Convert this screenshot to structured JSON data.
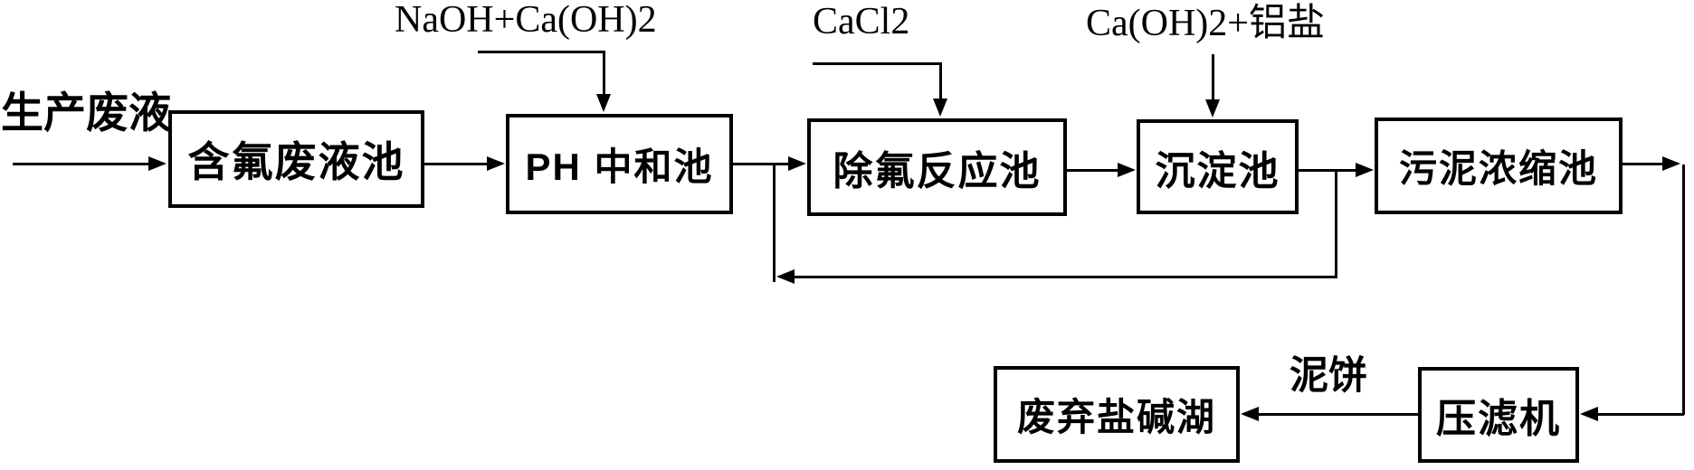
{
  "diagram": {
    "type": "flowchart",
    "colors": {
      "line": "#000000",
      "background": "#ffffff",
      "text": "#000000"
    },
    "nodes": [
      {
        "id": "fluoride-waste-pool",
        "label": "含氟废液池"
      },
      {
        "id": "ph-neutralization-pool",
        "label": "PH 中和池"
      },
      {
        "id": "fluoride-removal-reactor",
        "label": "除氟反应池"
      },
      {
        "id": "sedimentation-pool",
        "label": "沉淀池"
      },
      {
        "id": "sludge-thickening-pool",
        "label": "污泥浓缩池"
      },
      {
        "id": "abandoned-salt-alkali-lake",
        "label": "废弃盐碱湖"
      },
      {
        "id": "filter-press",
        "label": "压滤机"
      }
    ],
    "annotations": [
      {
        "id": "production-waste-liquid",
        "text": "生产废液"
      },
      {
        "id": "naoh-caoh2-dosing",
        "text": "NaOH+Ca(OH)2"
      },
      {
        "id": "cacl2-dosing",
        "text": "CaCl2"
      },
      {
        "id": "caoh2-aluminum-salt",
        "text": "Ca(OH)2+铝盐"
      },
      {
        "id": "mud-cake",
        "text": "泥饼"
      }
    ],
    "flow": [
      "生产废液 → 含氟废液池 → PH 中和池 → 除氟反应池 → 沉淀池 → 污泥浓缩池 → 压滤机 → (泥饼) → 废弃盐碱湖",
      "沉淀池出口回流 → 除氟反应池入口",
      "NaOH+Ca(OH)2 → PH 中和池",
      "CaCl2 → 除氟反应池",
      "Ca(OH)2+铝盐 → 沉淀池"
    ]
  }
}
